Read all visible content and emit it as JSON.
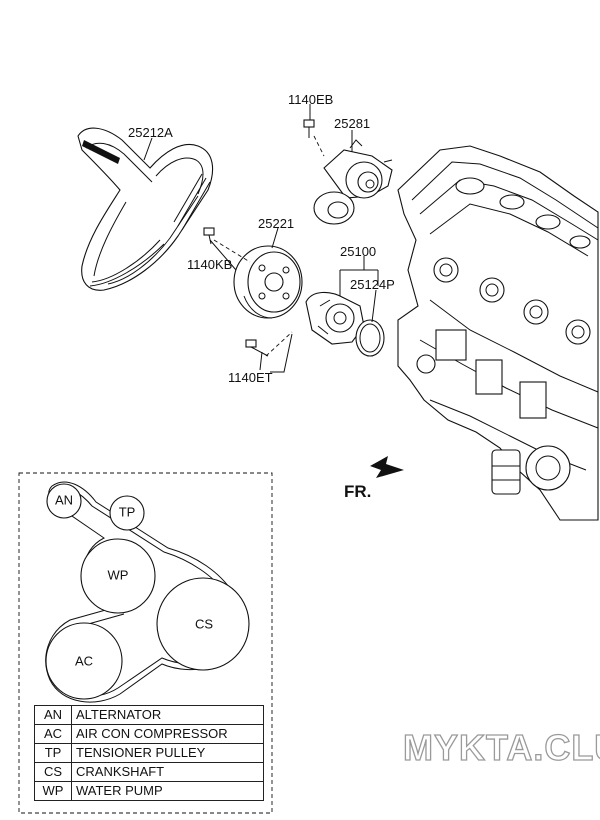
{
  "callouts": {
    "p1140EB": "1140EB",
    "p25281": "25281",
    "p25212A": "25212A",
    "p25221": "25221",
    "p25100": "25100",
    "p1140KB": "1140KB",
    "p25124P": "25124P",
    "p1140ET": "1140ET"
  },
  "direction_label": "FR.",
  "belt_layout": {
    "pulleys": {
      "an": "AN",
      "tp": "TP",
      "wp": "WP",
      "cs": "CS",
      "ac": "AC"
    }
  },
  "legend": [
    {
      "abbr": "AN",
      "name": "ALTERNATOR"
    },
    {
      "abbr": "AC",
      "name": "AIR CON COMPRESSOR"
    },
    {
      "abbr": "TP",
      "name": "TENSIONER PULLEY"
    },
    {
      "abbr": "CS",
      "name": "CRANKSHAFT"
    },
    {
      "abbr": "WP",
      "name": "WATER PUMP"
    }
  ],
  "watermark": "MYKTA.CLUB"
}
